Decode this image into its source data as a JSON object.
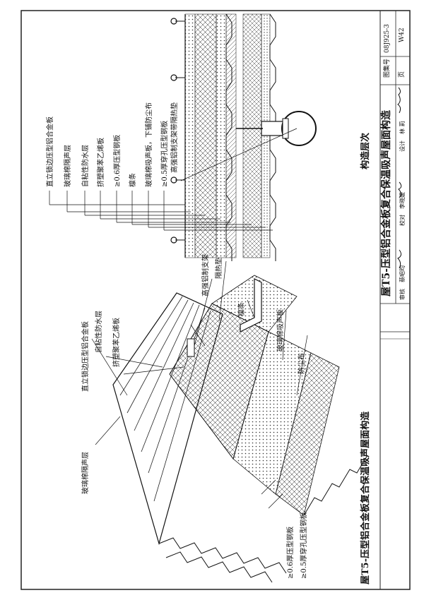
{
  "iso_labels": {
    "insulation_under": "玻璃棉隔声层",
    "standing_seam_sheet": "直立锁边压型铝合金板",
    "adhesive_waterproof": "自粘性防水层",
    "xps_board": "挤塑聚苯乙烯板",
    "bracket": "高强铝制支架",
    "thermal_pad": "隔热垫",
    "purlin": "檩条",
    "absorb_board": "玻璃棉吸声板",
    "dust_cloth": "防尘布",
    "steel_06": "≥0.6厚压型钢板",
    "steel_05_perf": "≥0.5厚穿孔压型钢板"
  },
  "iso_caption": "屋T5-压型铝合金板复合保温吸声屋面构造",
  "section_labels": [
    "直立锁边压型铝合金板",
    "玻璃棉隔声层",
    "自粘性防水层",
    "挤塑聚苯乙烯板",
    "≥0.6厚压型钢板",
    "檩条",
    "玻璃棉吸声板，下铺防尘布",
    "≥0.5厚穿孔压型钢板",
    "高强铝制支架带隔热垫"
  ],
  "section_caption": "构造层次",
  "title_block": {
    "title": "屋T5-压型铝合金板复合保温吸声屋面构造",
    "atlas_label": "图集号",
    "atlas_no": "08J925-3",
    "page_label": "页",
    "page_no": "W42",
    "review_label": "审核",
    "review_name": "蔡昭昀",
    "check_label": "校对",
    "check_name": "李晓媛",
    "design_label": "设计",
    "design_name": "林 莉"
  }
}
